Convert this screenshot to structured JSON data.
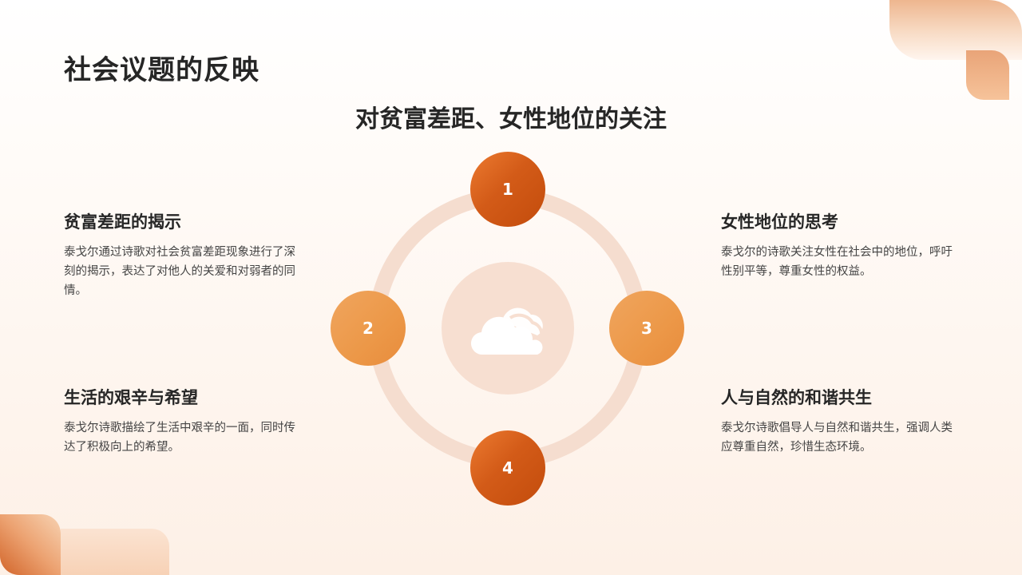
{
  "slide": {
    "title": "社会议题的反映",
    "subtitle": "对贫富差距、女性地位的关注"
  },
  "center_icon": "cloud-icon",
  "nodes": [
    {
      "number": "1",
      "color": "#d35b18"
    },
    {
      "number": "2",
      "color": "#ec9848"
    },
    {
      "number": "3",
      "color": "#ec9848"
    },
    {
      "number": "4",
      "color": "#d35b18"
    }
  ],
  "blocks": [
    {
      "heading": "贫富差距的揭示",
      "body": "泰戈尔通过诗歌对社会贫富差距现象进行了深刻的揭示，表达了对他人的关爱和对弱者的同情。"
    },
    {
      "heading": "女性地位的思考",
      "body": "泰戈尔的诗歌关注女性在社会中的地位，呼吁性别平等，尊重女性的权益。"
    },
    {
      "heading": "生活的艰辛与希望",
      "body": "泰戈尔诗歌描绘了生活中艰辛的一面，同时传达了积极向上的希望。"
    },
    {
      "heading": "人与自然的和谐共生",
      "body": "泰戈尔诗歌倡导人与自然和谐共生，强调人类应尊重自然，珍惜生态环境。"
    }
  ],
  "colors": {
    "accent_dark": "#d35b18",
    "accent_light": "#ec9848",
    "ring": "#f5ddcf",
    "text": "#262626"
  }
}
